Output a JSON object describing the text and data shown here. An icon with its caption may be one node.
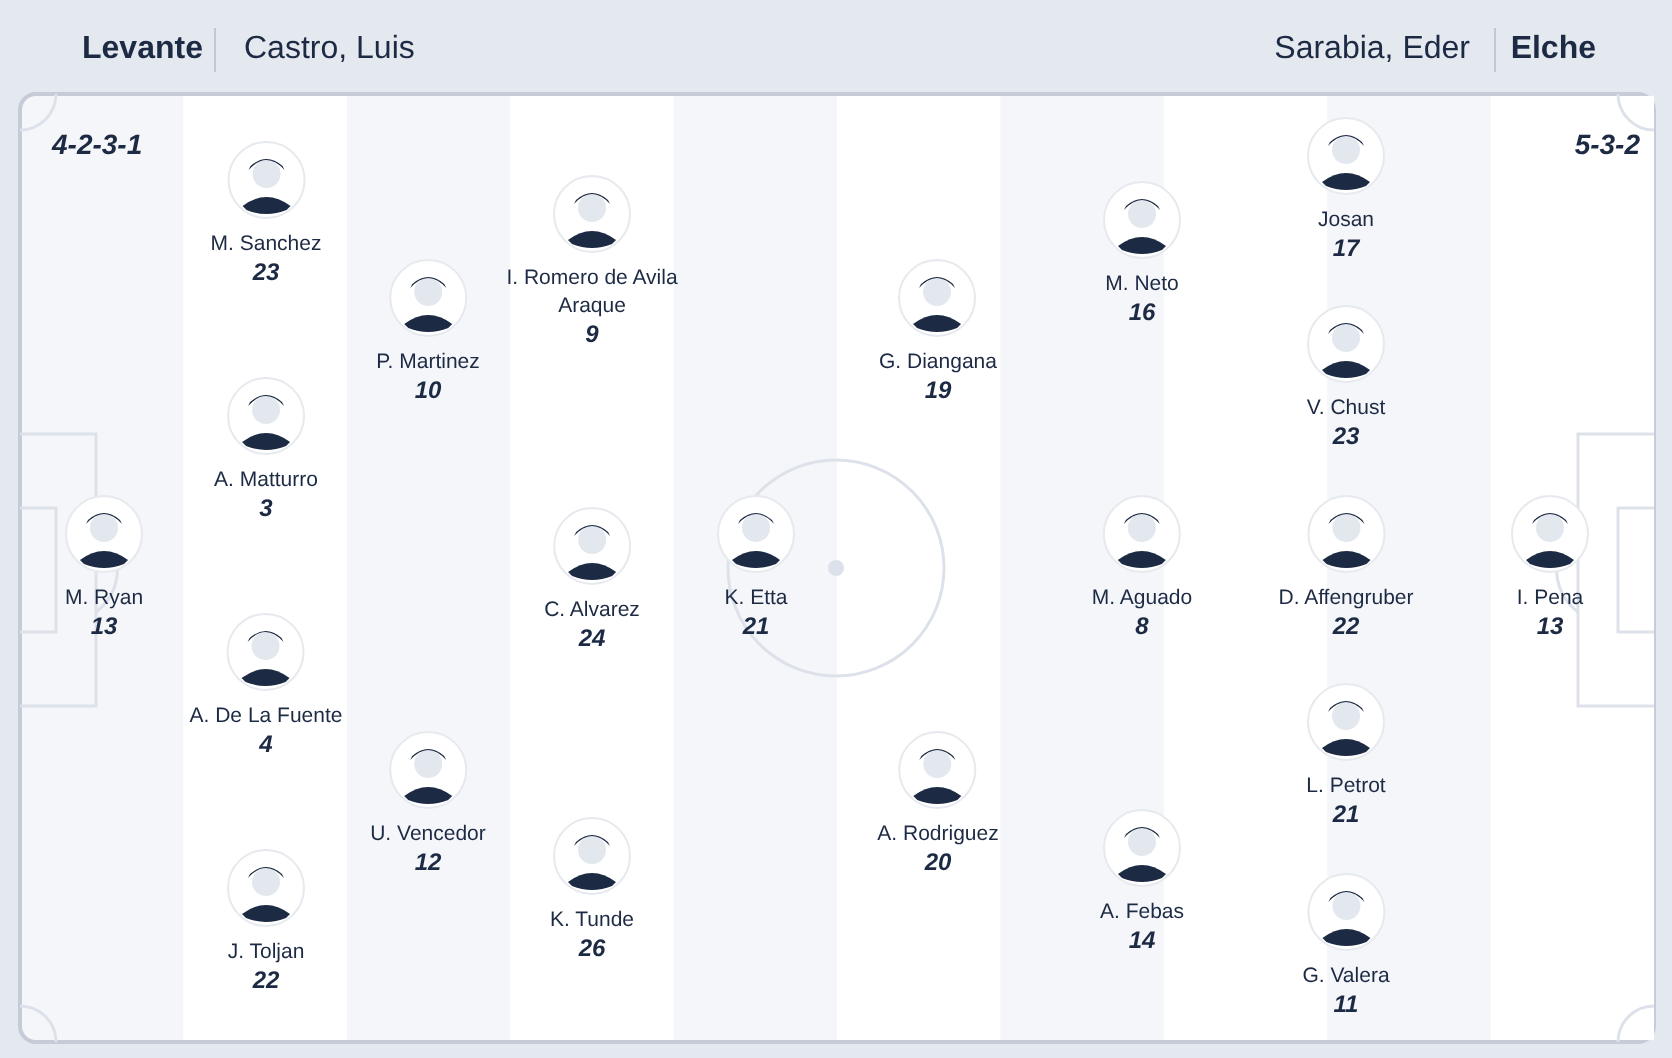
{
  "diagram": {
    "nodes": [
      {
        "text": [
          "M. Ryan",
          "13"
        ]
      },
      {
        "text": [
          "M. Sanchez",
          "23"
        ]
      },
      {
        "text": [
          "A. Matturro",
          "3"
        ]
      },
      {
        "text": [
          "A. De La Fuente",
          "4"
        ]
      },
      {
        "text": [
          "J. Toljan",
          "22"
        ]
      },
      {
        "text": [
          "P. Martinez",
          "10"
        ]
      },
      {
        "text": [
          "U. Vencedor",
          "12"
        ]
      },
      {
        "text": [
          "I. Romero de Avila Araque",
          "9"
        ]
      },
      {
        "text": [
          "C. Alvarez",
          "24"
        ]
      },
      {
        "text": [
          "K. Tunde",
          "26"
        ]
      },
      {
        "text": [
          "K. Etta",
          "21"
        ]
      },
      {
        "text": [
          "G. Diangana",
          "19"
        ]
      },
      {
        "text": [
          "A. Rodriguez",
          "20"
        ]
      },
      {
        "text": [
          "M. Neto",
          "16"
        ]
      },
      {
        "text": [
          "M. Aguado",
          "8"
        ]
      },
      {
        "text": [
          "A. Febas",
          "14"
        ]
      },
      {
        "text": [
          "Josan",
          "17"
        ]
      },
      {
        "text": [
          "V. Chust",
          "23"
        ]
      },
      {
        "text": [
          "D. Affengruber",
          "22"
        ]
      },
      {
        "text": [
          "L. Petrot",
          "21"
        ]
      },
      {
        "text": [
          "G. Valera",
          "11"
        ]
      },
      {
        "text": [
          "I. Pena",
          "13"
        ]
      }
    ],
    "labels": [
      "Levante",
      "Castro, Luis",
      "Sarabia, Eder",
      "Elche",
      "4-2-3-1",
      "5-3-2"
    ]
  }
}
